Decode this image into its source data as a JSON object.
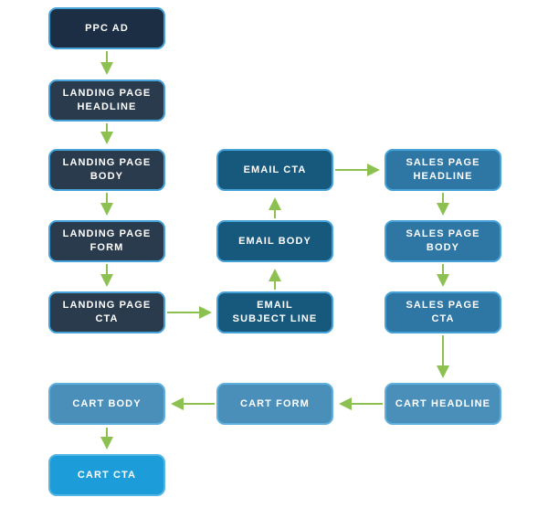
{
  "diagram": {
    "type": "flowchart",
    "description": "Marketing funnel copy flow from PPC ad through landing page, email, sales page and cart",
    "colors": {
      "arrow_green": "#8cc152",
      "node_border_blue": "#46a3d9",
      "ppc_fill": "#1b2e44",
      "landing_fill": "#2a3b4d",
      "email_fill": "#17587d",
      "sales_fill": "#2e76a4",
      "cart_fill": "#4a8fba",
      "cart_cta_fill": "#1c9cd8",
      "label_text": "#ffffff",
      "background": "#ffffff"
    }
  },
  "nodes": [
    {
      "id": "ppc-ad",
      "label": "PPC AD",
      "group": "ppc"
    },
    {
      "id": "landing-page-headline",
      "label": "LANDING PAGE\nHEADLINE",
      "group": "landing"
    },
    {
      "id": "landing-page-body",
      "label": "LANDING PAGE\nBODY",
      "group": "landing"
    },
    {
      "id": "landing-page-form",
      "label": "LANDING PAGE\nFORM",
      "group": "landing"
    },
    {
      "id": "landing-page-cta",
      "label": "LANDING PAGE\nCTA",
      "group": "landing"
    },
    {
      "id": "email-cta",
      "label": "EMAIL CTA",
      "group": "email"
    },
    {
      "id": "email-body",
      "label": "EMAIL BODY",
      "group": "email"
    },
    {
      "id": "email-subject-line",
      "label": "EMAIL\nSUBJECT LINE",
      "group": "email"
    },
    {
      "id": "sales-page-headline",
      "label": "SALES PAGE\nHEADLINE",
      "group": "sales"
    },
    {
      "id": "sales-page-body",
      "label": "SALES PAGE\nBODY",
      "group": "sales"
    },
    {
      "id": "sales-page-cta",
      "label": "SALES PAGE\nCTA",
      "group": "sales"
    },
    {
      "id": "cart-headline",
      "label": "CART HEADLINE",
      "group": "cart"
    },
    {
      "id": "cart-form",
      "label": "CART FORM",
      "group": "cart"
    },
    {
      "id": "cart-body",
      "label": "CART BODY",
      "group": "cart"
    },
    {
      "id": "cart-cta",
      "label": "CART CTA",
      "group": "cart-cta"
    }
  ],
  "edges": [
    {
      "from": "ppc-ad",
      "to": "landing-page-headline",
      "direction": "down"
    },
    {
      "from": "landing-page-headline",
      "to": "landing-page-body",
      "direction": "down"
    },
    {
      "from": "landing-page-body",
      "to": "landing-page-form",
      "direction": "down"
    },
    {
      "from": "landing-page-form",
      "to": "landing-page-cta",
      "direction": "down"
    },
    {
      "from": "landing-page-cta",
      "to": "email-subject-line",
      "direction": "right"
    },
    {
      "from": "email-subject-line",
      "to": "email-body",
      "direction": "up"
    },
    {
      "from": "email-body",
      "to": "email-cta",
      "direction": "up"
    },
    {
      "from": "email-cta",
      "to": "sales-page-headline",
      "direction": "right"
    },
    {
      "from": "sales-page-headline",
      "to": "sales-page-body",
      "direction": "down"
    },
    {
      "from": "sales-page-body",
      "to": "sales-page-cta",
      "direction": "down"
    },
    {
      "from": "sales-page-cta",
      "to": "cart-headline",
      "direction": "down"
    },
    {
      "from": "cart-headline",
      "to": "cart-form",
      "direction": "left"
    },
    {
      "from": "cart-form",
      "to": "cart-body",
      "direction": "left"
    },
    {
      "from": "cart-body",
      "to": "cart-cta",
      "direction": "down"
    }
  ]
}
